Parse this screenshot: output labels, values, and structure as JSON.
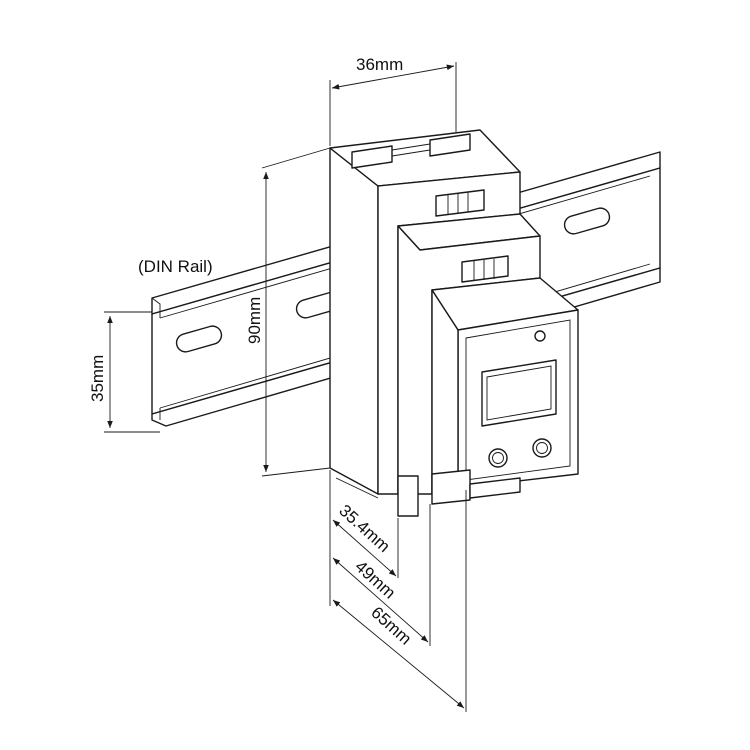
{
  "labels": {
    "din_rail": "(DIN Rail)",
    "width_top": "36mm",
    "height_total": "90mm",
    "rail_height": "35mm",
    "depth_1": "35.4mm",
    "depth_2": "49mm",
    "depth_3": "65mm"
  }
}
